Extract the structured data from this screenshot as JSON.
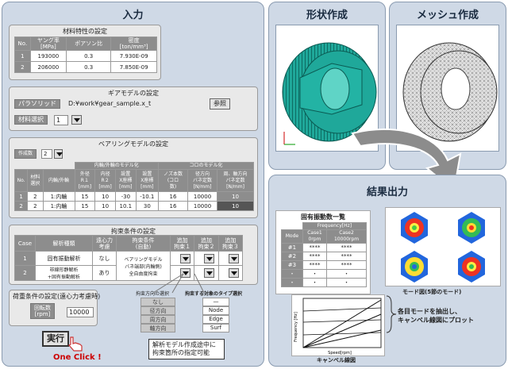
{
  "input_panel": {
    "title": "入力",
    "material": {
      "title": "材料特性の設定",
      "headers": [
        "No.",
        "ヤング率\n[MPa]",
        "ポアソン比",
        "密度\n[ton/mm³]"
      ],
      "rows": [
        [
          "1",
          "193000",
          "0.3",
          "7.930E-09"
        ],
        [
          "2",
          "206000",
          "0.3",
          "7.850E-09"
        ]
      ]
    },
    "gear": {
      "title": "ギアモデルの設定",
      "solid_label": "パラソリッド",
      "path": "D:¥work¥gear_sample.x_t",
      "browse": "参照",
      "material_label": "材料選択",
      "material_value": "1"
    },
    "bearing": {
      "title": "ベアリングモデルの設定",
      "count_label": "作成数",
      "count_value": "2",
      "group1": "内輪/外輪のモデル化",
      "group2": "コロのモデル化",
      "headers": [
        "No.",
        "材料\n選択",
        "内輪/外輪",
        "外径\nR１\n[mm]",
        "内径\nR２\n[mm]",
        "設置\nX座標\n[mm]",
        "設置\nX座標\n[mm]",
        "ノズ本数\n(コロ\n数)",
        "径方向\nバネ定数\n[N/mm]",
        "周、軸方向\nバネ定数\n[N/mm]"
      ],
      "rows": [
        [
          "1",
          "2",
          "1:内輪",
          "15",
          "10",
          "-30",
          "-10.1",
          "16",
          "10000",
          "10"
        ],
        [
          "2",
          "2",
          "1:内輪",
          "15",
          "10",
          "10.1",
          "30",
          "16",
          "10000",
          "10"
        ]
      ]
    },
    "constraint": {
      "title": "拘束条件の設定",
      "headers": [
        "Case",
        "解析種類",
        "遠心力\n考慮",
        "拘束条件\n(自動)",
        "追加\n拘束１",
        "追加\n拘束２",
        "追加\n拘束３"
      ],
      "rows": [
        [
          "1",
          "固有振動解析",
          "なし",
          "ベアリングモデル\nバネ端部(内輪側)\n全自由度拘束"
        ],
        [
          "2",
          "非線形静解析\n+固有振動解析",
          "あり",
          ""
        ]
      ],
      "dir_title": "拘束方向の選択",
      "dir_options": [
        "なし",
        "径方向",
        "周方向",
        "軸方向"
      ],
      "type_title": "拘束する対象のタイプ選択",
      "type_options": [
        "—",
        "Node",
        "Edge",
        "Surf"
      ]
    },
    "load": {
      "title": "荷重条件の設定(遠心力考慮時)",
      "rpm_label": "回転数\n[rpm]",
      "rpm_value": "10000"
    },
    "run_button": "実行",
    "one_click": "One Click !",
    "note": "解析モデル作成途中に\n拘束箇所の指定可能"
  },
  "shape_panel": {
    "title": "形状作成"
  },
  "mesh_panel": {
    "title": "メッシュ作成"
  },
  "result_panel": {
    "title": "結果出力",
    "freq_title": "固有振動数一覧",
    "freq_header": "Frequency[Hz]",
    "freq_cols": [
      "Mode",
      "Case1\n0rpm",
      "Case2\n10000rpm"
    ],
    "freq_rows": [
      [
        "#1",
        "****",
        "****"
      ],
      [
        "#2",
        "****",
        "****"
      ],
      [
        "#3",
        "****",
        "****"
      ],
      [
        "・",
        "・",
        "・"
      ],
      [
        "・",
        "・",
        "・"
      ]
    ],
    "mode_caption": "モード図(5節のモード)",
    "campbell_caption": "キャンベル線図",
    "campbell_ylabel": "Frequency [Hz]",
    "campbell_xlabel": "Speed[rpm]",
    "note": "各目モードを抽出し、\nキャンベル線図にプロット"
  },
  "colors": {
    "panel": "#cfd9e6",
    "accent": "#cc0000",
    "gear_teal": "#1fa89a"
  }
}
